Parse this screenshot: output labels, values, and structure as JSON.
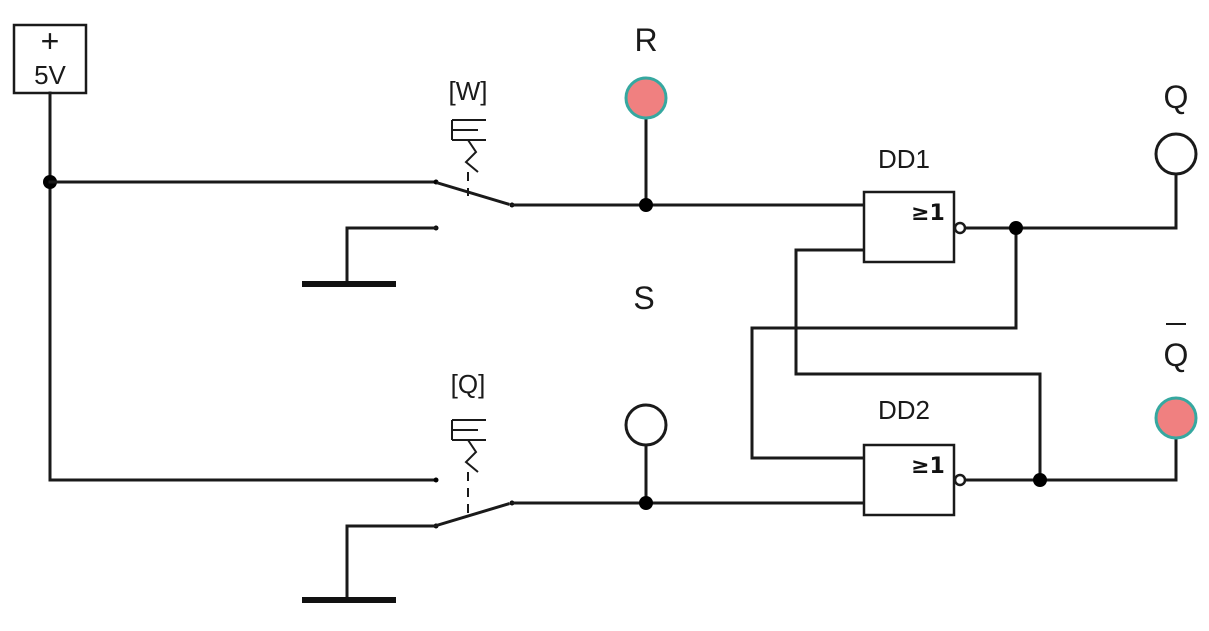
{
  "supply": {
    "sign": "+",
    "voltage": "5V"
  },
  "switches": {
    "top": {
      "key": "[W]"
    },
    "bottom": {
      "key": "[Q]"
    }
  },
  "labels": {
    "r": "R",
    "s": "S",
    "q": "Q",
    "q_bar": "Q"
  },
  "gates": {
    "dd1": {
      "name": "DD1",
      "symbol": "≥1"
    },
    "dd2": {
      "name": "DD2",
      "symbol": "≥1"
    }
  },
  "indicators": {
    "r": {
      "state": "on",
      "color": "#f08080"
    },
    "s": {
      "state": "off",
      "color": "#ffffff"
    },
    "q": {
      "state": "off",
      "color": "#ffffff"
    },
    "q_bar": {
      "state": "on",
      "color": "#f08080"
    }
  },
  "colors": {
    "lamp_on": "#f08080",
    "lamp_ring": "#36a8a0",
    "lamp_off": "#ffffff"
  }
}
